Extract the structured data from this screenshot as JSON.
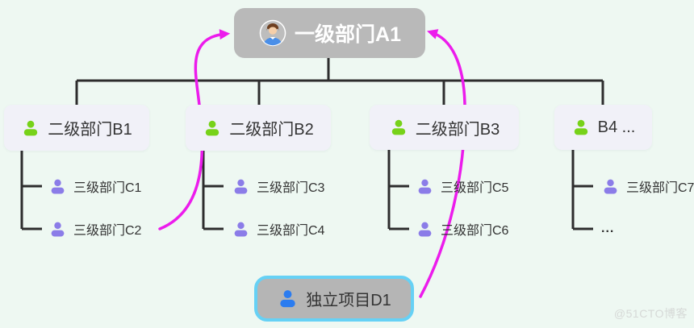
{
  "root": {
    "label": "一级部门A1"
  },
  "departments": [
    {
      "label": "二级部门B1",
      "children": [
        {
          "label": "三级部门C1"
        },
        {
          "label": "三级部门C2"
        }
      ]
    },
    {
      "label": "二级部门B2",
      "children": [
        {
          "label": "三级部门C3"
        },
        {
          "label": "三级部门C4"
        }
      ]
    },
    {
      "label": "二级部门B3",
      "children": [
        {
          "label": "三级部门C5"
        },
        {
          "label": "三级部门C6"
        }
      ]
    },
    {
      "label": "B4 ...",
      "children": [
        {
          "label": "三级部门C7"
        },
        {
          "label": "..."
        }
      ]
    }
  ],
  "independent": {
    "label": "独立项目D1"
  },
  "arrows": [
    {
      "from": "三级部门C2",
      "to": "一级部门A1"
    },
    {
      "from": "独立项目D1",
      "to": "一级部门A1"
    }
  ],
  "watermark": "@51CTO博客",
  "palette": {
    "background": "#eef8f2",
    "connector_line": "#2d2d2d",
    "arrow_magenta": "#ec1cec",
    "root_fill": "#b9b9b9",
    "dept_fill": "#f1f1f8",
    "independent_fill": "#b5b5b5",
    "independent_border": "#66d1f5",
    "icon_green": "#77d219",
    "icon_purple": "#8b7ce8",
    "icon_blue": "#2b7cf0"
  }
}
